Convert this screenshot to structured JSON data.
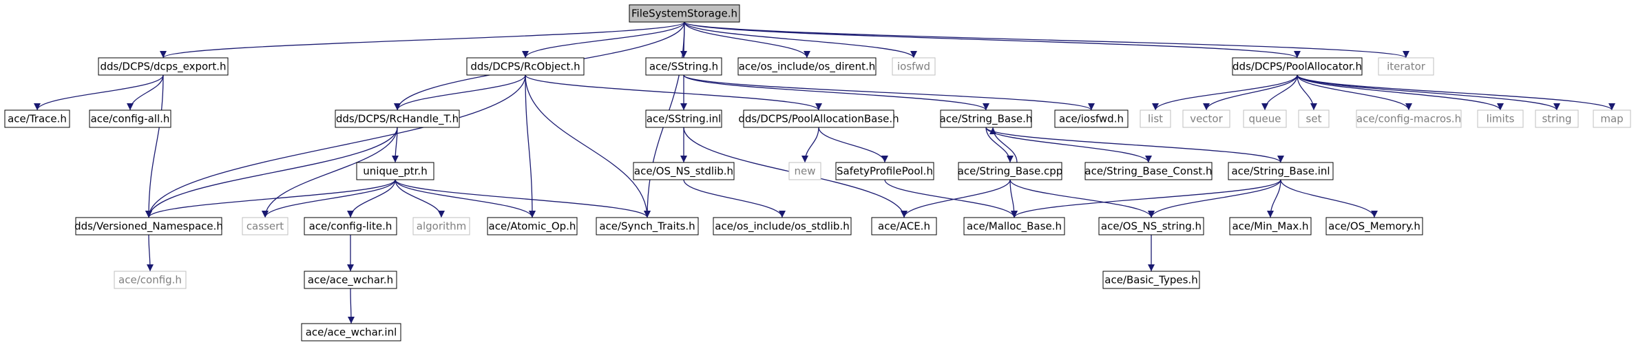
{
  "diagram": {
    "colors": {
      "edge": "#191970",
      "node_border": "#000000",
      "external_border": "#bfbfbf",
      "external_text": "#7f7f7f",
      "root_fill": "#bfbfbf",
      "text": "#000000"
    },
    "nodes": [
      {
        "id": "root",
        "label": "FileSystemStorage.h",
        "kind": "root"
      },
      {
        "id": "dcps_export",
        "label": "dds/DCPS/dcps_export.h",
        "kind": "file"
      },
      {
        "id": "rcobject",
        "label": "dds/DCPS/RcObject.h",
        "kind": "file"
      },
      {
        "id": "sstring_h",
        "label": "ace/SString.h",
        "kind": "file"
      },
      {
        "id": "os_dirent",
        "label": "ace/os_include/os_dirent.h",
        "kind": "file"
      },
      {
        "id": "iosfwd_std",
        "label": "iosfwd",
        "kind": "external"
      },
      {
        "id": "poolalloc",
        "label": "dds/DCPS/PoolAllocator.h",
        "kind": "file"
      },
      {
        "id": "iterator",
        "label": "iterator",
        "kind": "external"
      },
      {
        "id": "trace",
        "label": "ace/Trace.h",
        "kind": "file"
      },
      {
        "id": "config_all",
        "label": "ace/config-all.h",
        "kind": "file"
      },
      {
        "id": "rchandle",
        "label": "dds/DCPS/RcHandle_T.h",
        "kind": "file"
      },
      {
        "id": "sstring_inl",
        "label": "ace/SString.inl",
        "kind": "file"
      },
      {
        "id": "poolallocbase",
        "label": "dds/DCPS/PoolAllocationBase.h",
        "kind": "file"
      },
      {
        "id": "string_base_h",
        "label": "ace/String_Base.h",
        "kind": "file"
      },
      {
        "id": "ace_iosfwd",
        "label": "ace/iosfwd.h",
        "kind": "file"
      },
      {
        "id": "list",
        "label": "list",
        "kind": "external"
      },
      {
        "id": "vector",
        "label": "vector",
        "kind": "external"
      },
      {
        "id": "queue",
        "label": "queue",
        "kind": "external"
      },
      {
        "id": "set",
        "label": "set",
        "kind": "external"
      },
      {
        "id": "config_macros",
        "label": "ace/config-macros.h",
        "kind": "external"
      },
      {
        "id": "limits",
        "label": "limits",
        "kind": "external"
      },
      {
        "id": "string_std",
        "label": "string",
        "kind": "external"
      },
      {
        "id": "map",
        "label": "map",
        "kind": "external"
      },
      {
        "id": "unique_ptr",
        "label": "unique_ptr.h",
        "kind": "file"
      },
      {
        "id": "os_ns_stdlib",
        "label": "ace/OS_NS_stdlib.h",
        "kind": "file"
      },
      {
        "id": "new_std",
        "label": "new",
        "kind": "external"
      },
      {
        "id": "safety_pool",
        "label": "SafetyProfilePool.h",
        "kind": "file"
      },
      {
        "id": "string_base_cpp",
        "label": "ace/String_Base.cpp",
        "kind": "file"
      },
      {
        "id": "string_base_const",
        "label": "ace/String_Base_Const.h",
        "kind": "file"
      },
      {
        "id": "string_base_inl",
        "label": "ace/String_Base.inl",
        "kind": "file"
      },
      {
        "id": "versioned_ns",
        "label": "dds/Versioned_Namespace.h",
        "kind": "file"
      },
      {
        "id": "cassert",
        "label": "cassert",
        "kind": "external"
      },
      {
        "id": "config_lite",
        "label": "ace/config-lite.h",
        "kind": "file"
      },
      {
        "id": "algorithm",
        "label": "algorithm",
        "kind": "external"
      },
      {
        "id": "atomic_op",
        "label": "ace/Atomic_Op.h",
        "kind": "file"
      },
      {
        "id": "synch_traits",
        "label": "ace/Synch_Traits.h",
        "kind": "file"
      },
      {
        "id": "os_stdlib",
        "label": "ace/os_include/os_stdlib.h",
        "kind": "file"
      },
      {
        "id": "ace_h",
        "label": "ace/ACE.h",
        "kind": "file"
      },
      {
        "id": "malloc_base",
        "label": "ace/Malloc_Base.h",
        "kind": "file"
      },
      {
        "id": "os_ns_string",
        "label": "ace/OS_NS_string.h",
        "kind": "file"
      },
      {
        "id": "min_max",
        "label": "ace/Min_Max.h",
        "kind": "file"
      },
      {
        "id": "os_memory",
        "label": "ace/OS_Memory.h",
        "kind": "file"
      },
      {
        "id": "config_h",
        "label": "ace/config.h",
        "kind": "external"
      },
      {
        "id": "ace_wchar_h",
        "label": "ace/ace_wchar.h",
        "kind": "file"
      },
      {
        "id": "basic_types",
        "label": "ace/Basic_Types.h",
        "kind": "file"
      },
      {
        "id": "ace_wchar_inl",
        "label": "ace/ace_wchar.inl",
        "kind": "file"
      }
    ],
    "edges": [
      [
        "root",
        "dcps_export"
      ],
      [
        "root",
        "rcobject"
      ],
      [
        "root",
        "sstring_h"
      ],
      [
        "root",
        "os_dirent"
      ],
      [
        "root",
        "iosfwd_std"
      ],
      [
        "root",
        "poolalloc"
      ],
      [
        "root",
        "iterator"
      ],
      [
        "root",
        "rchandle"
      ],
      [
        "root",
        "synch_traits"
      ],
      [
        "dcps_export",
        "trace"
      ],
      [
        "dcps_export",
        "config_all"
      ],
      [
        "dcps_export",
        "versioned_ns"
      ],
      [
        "rcobject",
        "rchandle"
      ],
      [
        "rcobject",
        "poolallocbase"
      ],
      [
        "rcobject",
        "versioned_ns"
      ],
      [
        "rcobject",
        "atomic_op"
      ],
      [
        "rcobject",
        "synch_traits"
      ],
      [
        "sstring_h",
        "sstring_inl"
      ],
      [
        "sstring_h",
        "string_base_h"
      ],
      [
        "sstring_h",
        "ace_iosfwd"
      ],
      [
        "poolalloc",
        "list"
      ],
      [
        "poolalloc",
        "vector"
      ],
      [
        "poolalloc",
        "queue"
      ],
      [
        "poolalloc",
        "set"
      ],
      [
        "poolalloc",
        "config_macros"
      ],
      [
        "poolalloc",
        "limits"
      ],
      [
        "poolalloc",
        "string_std"
      ],
      [
        "poolalloc",
        "map"
      ],
      [
        "rchandle",
        "unique_ptr"
      ],
      [
        "rchandle",
        "versioned_ns"
      ],
      [
        "rchandle",
        "cassert"
      ],
      [
        "sstring_inl",
        "os_ns_stdlib"
      ],
      [
        "sstring_inl",
        "ace_h"
      ],
      [
        "poolallocbase",
        "new_std"
      ],
      [
        "poolallocbase",
        "safety_pool"
      ],
      [
        "string_base_h",
        "string_base_cpp"
      ],
      [
        "string_base_h",
        "string_base_const"
      ],
      [
        "string_base_h",
        "string_base_inl"
      ],
      [
        "string_base_cpp",
        "string_base_h"
      ],
      [
        "string_base_cpp",
        "ace_h"
      ],
      [
        "string_base_cpp",
        "malloc_base"
      ],
      [
        "string_base_cpp",
        "os_ns_string"
      ],
      [
        "string_base_inl",
        "malloc_base"
      ],
      [
        "string_base_inl",
        "os_ns_string"
      ],
      [
        "string_base_inl",
        "min_max"
      ],
      [
        "string_base_inl",
        "os_memory"
      ],
      [
        "unique_ptr",
        "versioned_ns"
      ],
      [
        "unique_ptr",
        "cassert"
      ],
      [
        "unique_ptr",
        "config_lite"
      ],
      [
        "unique_ptr",
        "algorithm"
      ],
      [
        "unique_ptr",
        "atomic_op"
      ],
      [
        "unique_ptr",
        "synch_traits"
      ],
      [
        "os_ns_stdlib",
        "os_stdlib"
      ],
      [
        "safety_pool",
        "malloc_base"
      ],
      [
        "versioned_ns",
        "config_h"
      ],
      [
        "config_lite",
        "ace_wchar_h"
      ],
      [
        "ace_wchar_h",
        "ace_wchar_inl"
      ],
      [
        "os_ns_string",
        "basic_types"
      ]
    ]
  }
}
